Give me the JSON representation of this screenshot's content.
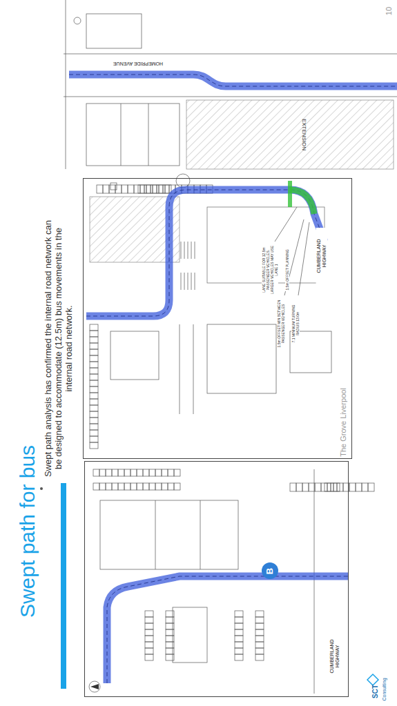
{
  "diagram": {
    "title": "Swept path for bus",
    "nodes": [
      {
        "text": [
          "CUMBERLAND HIGHWAY"
        ]
      },
      {
        "text": [
          "B"
        ],
        "in": 0
      },
      {
        "text": [
          "CUMBERLAND HIGHWAY",
          "1.5m OFFSET MIN BETWEEN PASSENGER VEHICLES",
          "7.1 MINIMUM TURNING RADIUS 13.0m",
          "LANE SUITABLE FOR 12.5m PASSENGER VEHICLES. LARGER VEHICLES MAY USE LANE 1",
          "1.5m OFFSET PLANNING"
        ]
      }
    ],
    "edges": [],
    "labels": [
      "Swept path analysis has confirmed the internal road network can be designed to accommodate (12.5m) bus movements in the internal road network.",
      "The Grove Liverpool",
      "10",
      "SCT",
      "Consulting",
      "HOMEPRIDE AVENUE",
      "EXTENSION"
    ]
  }
}
